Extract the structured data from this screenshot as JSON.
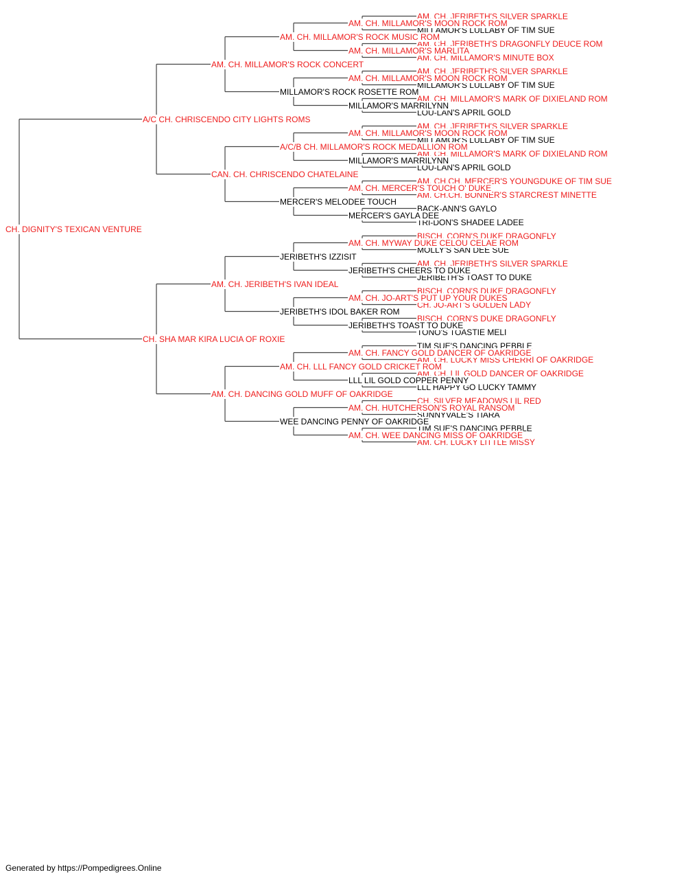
{
  "pedigree": {
    "name": "CH. DIGNITY'S TEXICAN VENTURE",
    "sire": {
      "name": "A/C CH. CHRISCENDO CITY LIGHTS ROMS",
      "sire": {
        "name": "AM. CH. MILLAMOR'S ROCK CONCERT",
        "sire": {
          "name": "AM. CH. MILLAMOR'S ROCK MUSIC ROM",
          "sire": {
            "name": "AM. CH. MILLAMOR'S MOON ROCK ROM",
            "sire": {
              "name": "AM. CH. JERIBETH'S SILVER SPARKLE"
            },
            "dam": {
              "name": "MILLAMOR'S LULLABY OF TIM SUE"
            }
          },
          "dam": {
            "name": "AM. CH. MILLAMOR'S MARLITA",
            "sire": {
              "name": "AM. CH. JERIBETH'S DRAGONFLY DEUCE ROM"
            },
            "dam": {
              "name": "AM. CH. MILLAMOR'S MINUTE BOX"
            }
          }
        },
        "dam": {
          "name": "MILLAMOR'S ROCK ROSETTE ROM",
          "sire": {
            "name": "AM. CH. MILLAMOR'S MOON ROCK ROM",
            "sire": {
              "name": "AM. CH. JERIBETH'S SILVER SPARKLE"
            },
            "dam": {
              "name": "MILLAMOR'S LULLABY OF TIM SUE"
            }
          },
          "dam": {
            "name": "MILLAMOR'S MARRILYNN",
            "sire": {
              "name": "AM. CH. MILLAMOR'S MARK OF DIXIELAND ROM"
            },
            "dam": {
              "name": "LOU-LAN'S APRIL GOLD"
            }
          }
        }
      },
      "dam": {
        "name": "CAN. CH. CHRISCENDO CHATELAINE",
        "sire": {
          "name": "A/C/B CH. MILLAMOR'S ROCK MEDALLION ROM",
          "sire": {
            "name": "AM. CH. MILLAMOR'S MOON ROCK ROM",
            "sire": {
              "name": "AM. CH. JERIBETH'S SILVER SPARKLE"
            },
            "dam": {
              "name": "MILLAMOR'S LULLABY OF TIM SUE"
            }
          },
          "dam": {
            "name": "MILLAMOR'S MARRILYNN",
            "sire": {
              "name": "AM. CH. MILLAMOR'S MARK OF DIXIELAND ROM"
            },
            "dam": {
              "name": "LOU-LAN'S APRIL GOLD"
            }
          }
        },
        "dam": {
          "name": "MERCER'S MELODEE TOUCH",
          "sire": {
            "name": "AM. CH. MERCER'S TOUCH O' DUKE",
            "sire": {
              "name": "AM. CH.CH. MERCER'S YOUNGDUKE OF TIM SUE"
            },
            "dam": {
              "name": "AM. CH.CH. BONNER'S STARCREST MINETTE"
            }
          },
          "dam": {
            "name": "MERCER'S GAYLA DEE",
            "sire": {
              "name": "BACK-ANN'S GAYLO"
            },
            "dam": {
              "name": "TRI-DON'S SHADEE LADEE"
            }
          }
        }
      }
    },
    "dam": {
      "name": "CH. SHA MAR KIRA LUCIA OF ROXIE",
      "sire": {
        "name": "AM. CH. JERIBETH'S IVAN IDEAL",
        "sire": {
          "name": "JERIBETH'S IZZISIT",
          "sire": {
            "name": "AM. CH. MYWAY DUKE CELOU CELAE ROM",
            "sire": {
              "name": "BISCH. CORN'S DUKE DRAGONFLY"
            },
            "dam": {
              "name": "MOLLY'S SAN DEE SUE"
            }
          },
          "dam": {
            "name": "JERIBETH'S CHEERS TO DUKE",
            "sire": {
              "name": "AM. CH. JERIBETH'S SILVER SPARKLE"
            },
            "dam": {
              "name": "JERIBETH'S TOAST TO DUKE"
            }
          }
        },
        "dam": {
          "name": "JERIBETH'S IDOL BAKER ROM",
          "sire": {
            "name": "AM. CH. JO-ART'S PUT UP YOUR DUKES",
            "sire": {
              "name": "BISCH. CORN'S DUKE DRAGONFLY"
            },
            "dam": {
              "name": "CH. JO-ART'S GOLDEN LADY"
            }
          },
          "dam": {
            "name": "JERIBETH'S TOAST TO DUKE",
            "sire": {
              "name": "BISCH. CORN'S DUKE DRAGONFLY"
            },
            "dam": {
              "name": "TONO'S TOASTIE MELI"
            }
          }
        }
      },
      "dam": {
        "name": "AM. CH. DANCING GOLD MUFF OF OAKRIDGE",
        "sire": {
          "name": "AM. CH. LLL FANCY GOLD CRICKET ROM",
          "sire": {
            "name": "AM. CH. FANCY GOLD DANCER OF OAKRIDGE",
            "sire": {
              "name": "TIM SUE'S DANCING PEBBLE"
            },
            "dam": {
              "name": "AM. CH. LUCKY MISS CHERRI OF OAKRIDGE"
            }
          },
          "dam": {
            "name": "LLL LIL GOLD COPPER PENNY",
            "sire": {
              "name": "AM. CH. LIL GOLD DANCER OF OAKRIDGE"
            },
            "dam": {
              "name": "LLL HAPPY GO LUCKY TAMMY"
            }
          }
        },
        "dam": {
          "name": "WEE DANCING PENNY OF OAKRIDGE",
          "sire": {
            "name": "AM. CH. HUTCHERSON'S ROYAL RANSOM",
            "sire": {
              "name": "CH. SILVER MEADOWS LIL RED"
            },
            "dam": {
              "name": "SUNNYVALE'S TIARA"
            }
          },
          "dam": {
            "name": "AM. CH. WEE DANCING MISS OF OAKRIDGE",
            "sire": {
              "name": "TIM SUE'S DANCING PEBBLE"
            },
            "dam": {
              "name": "AM. CH. LUCKY LITTLE MISSY"
            }
          }
        }
      }
    }
  },
  "footer": "Generated by https://Pompedigrees.Online",
  "colors": {
    "titled": "#ee1c1c",
    "untitled": "#000000",
    "connector": "#444444"
  }
}
